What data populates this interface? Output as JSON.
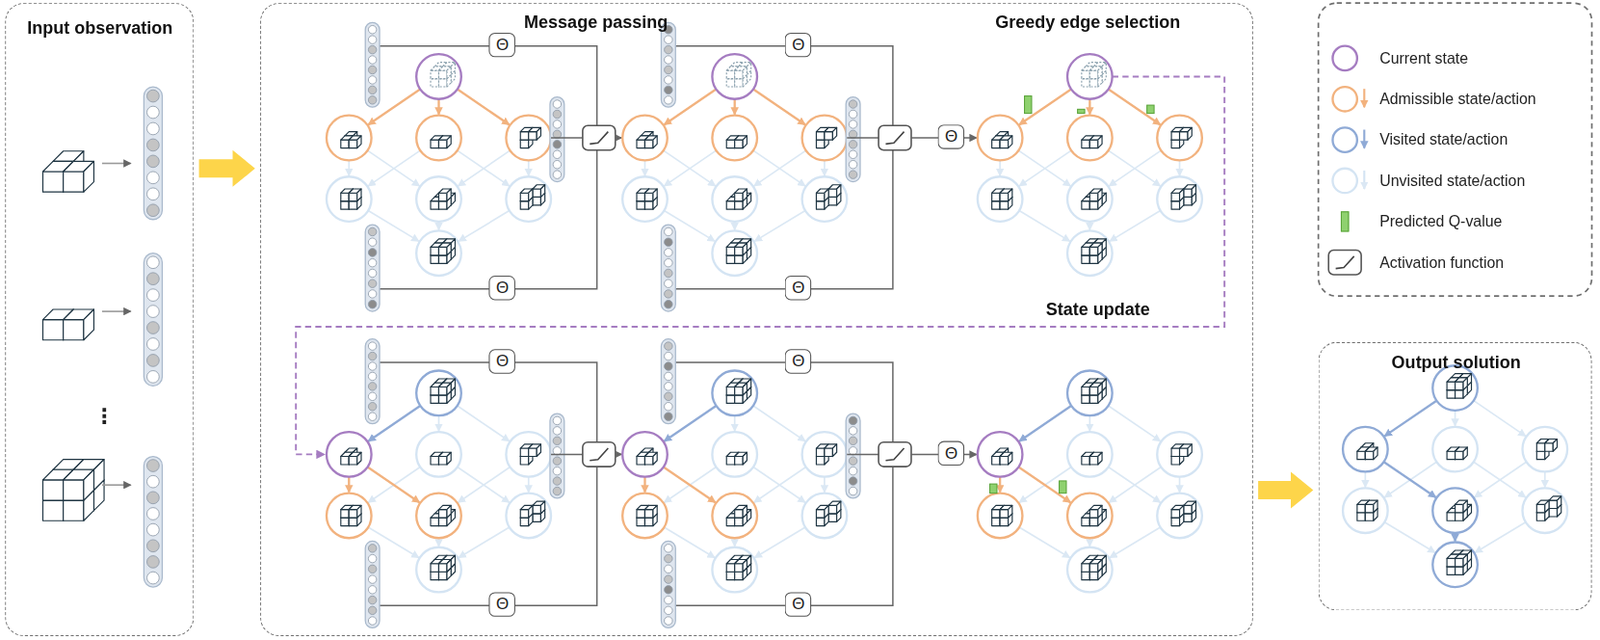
{
  "diagram": {
    "nodes": [
      {
        "text": [
          "Input observation"
        ]
      },
      {
        "text": [
          "Message passing",
          "Greedy edge selection",
          "State update"
        ]
      },
      {
        "text": [
          "Θ"
        ],
        "in": 1
      },
      {
        "text": [
          "Θ"
        ],
        "in": 1
      },
      {
        "text": [
          "Θ"
        ],
        "in": 1
      },
      {
        "text": [
          "Θ"
        ],
        "in": 1
      },
      {
        "text": [
          "Θ"
        ],
        "in": 1
      },
      {
        "text": [
          "Θ"
        ],
        "in": 1
      },
      {
        "text": [
          "Θ"
        ],
        "in": 1
      },
      {
        "text": [
          "Θ"
        ],
        "in": 1
      },
      {
        "text": [
          "Θ"
        ],
        "in": 1
      },
      {
        "text": [
          "Θ"
        ],
        "in": 1
      },
      {
        "text": [
          "Output solution"
        ]
      }
    ],
    "edges": [
      {
        "from": 0,
        "to": 1,
        "arrow": "to"
      },
      {
        "from": 1,
        "to": 12,
        "arrow": "to"
      }
    ],
    "labels": [
      "⋮"
    ],
    "legend": [
      {
        "text": "Current state"
      },
      {
        "text": "Admissible state/action"
      },
      {
        "text": "Visited state/action"
      },
      {
        "text": "Unvisited state/action"
      },
      {
        "text": "Predicted Q-value",
        "color": "#8fd16f"
      },
      {
        "text": "Activation function"
      }
    ]
  }
}
